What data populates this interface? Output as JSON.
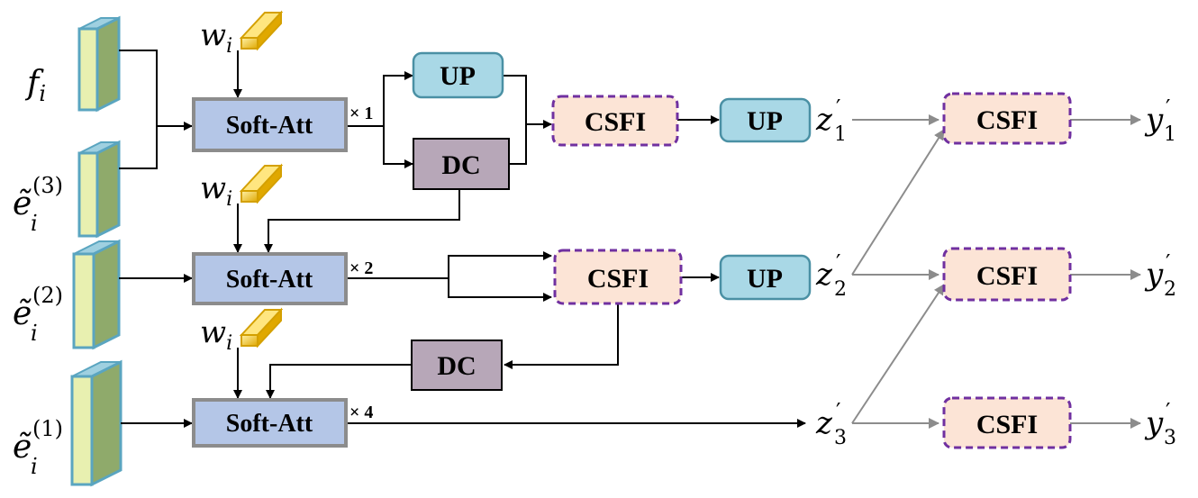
{
  "nodes": {
    "soft_att_label": "Soft-Att",
    "up_label": "UP",
    "dc_label": "DC",
    "csfi_label": "CSFI"
  },
  "multipliers": {
    "m1": "× 1",
    "m2": "× 2",
    "m3": "× 4"
  },
  "inputs": {
    "f": "f",
    "f_sub": "i",
    "w": "w",
    "w_sub": "i",
    "e": "ẽ",
    "e_sub": "i",
    "e3_sup": "(3)",
    "e2_sup": "(2)",
    "e1_sup": "(1)"
  },
  "outputs": {
    "z": "z",
    "z1_sub": "1",
    "z2_sub": "2",
    "z3_sub": "3",
    "y": "y",
    "y1_sub": "1",
    "y2_sub": "2",
    "y3_sub": "3",
    "prime": "′"
  },
  "colors": {
    "soft_att_fill": "#b4c6e7",
    "soft_att_stroke": "#8c8c8c",
    "up_fill": "#a9d8e6",
    "up_stroke": "#4a90a4",
    "dc_fill": "#b7a7b8",
    "csfi_fill": "#fce4d6",
    "csfi_stroke": "#7030a0",
    "feature_front": "#8faa6b",
    "feature_side": "#5b9bd5",
    "weight_fill": "#f2c12e",
    "gray_arrow": "#8c8c8c"
  }
}
